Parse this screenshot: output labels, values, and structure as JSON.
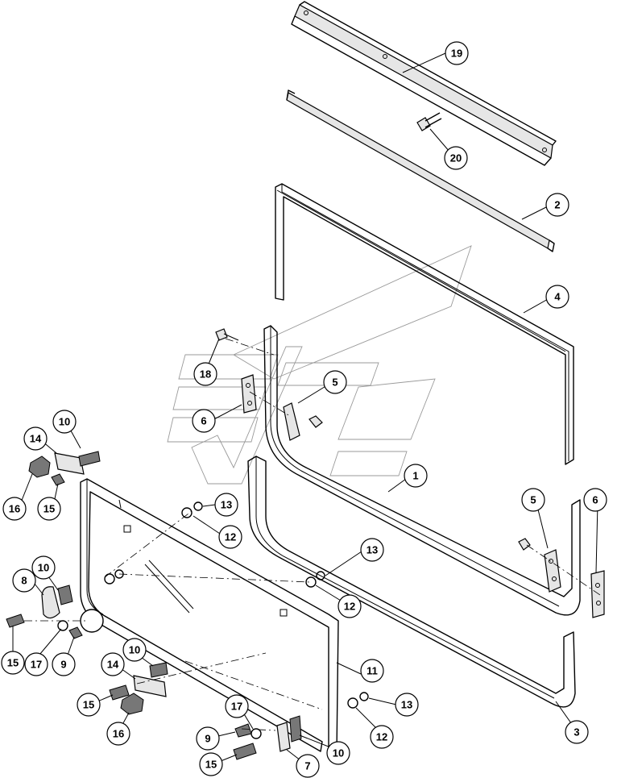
{
  "callouts": [
    {
      "id": "19",
      "label": "19"
    },
    {
      "id": "20",
      "label": "20"
    },
    {
      "id": "2",
      "label": "2"
    },
    {
      "id": "4",
      "label": "4"
    },
    {
      "id": "18",
      "label": "18"
    },
    {
      "id": "5a",
      "label": "5"
    },
    {
      "id": "6a",
      "label": "6"
    },
    {
      "id": "1",
      "label": "1"
    },
    {
      "id": "5b",
      "label": "5"
    },
    {
      "id": "6b",
      "label": "6"
    },
    {
      "id": "10a",
      "label": "10"
    },
    {
      "id": "14a",
      "label": "14"
    },
    {
      "id": "16a",
      "label": "16"
    },
    {
      "id": "15a",
      "label": "15"
    },
    {
      "id": "13a",
      "label": "13"
    },
    {
      "id": "12a",
      "label": "12"
    },
    {
      "id": "13b",
      "label": "13"
    },
    {
      "id": "12b",
      "label": "12"
    },
    {
      "id": "10b",
      "label": "10"
    },
    {
      "id": "8",
      "label": "8"
    },
    {
      "id": "15b",
      "label": "15"
    },
    {
      "id": "17a",
      "label": "17"
    },
    {
      "id": "9a",
      "label": "9"
    },
    {
      "id": "10c",
      "label": "10"
    },
    {
      "id": "14b",
      "label": "14"
    },
    {
      "id": "11",
      "label": "11"
    },
    {
      "id": "15c",
      "label": "15"
    },
    {
      "id": "16b",
      "label": "16"
    },
    {
      "id": "13c",
      "label": "13"
    },
    {
      "id": "12c",
      "label": "12"
    },
    {
      "id": "3",
      "label": "3"
    },
    {
      "id": "17b",
      "label": "17"
    },
    {
      "id": "9b",
      "label": "9"
    },
    {
      "id": "15d",
      "label": "15"
    },
    {
      "id": "7",
      "label": "7"
    },
    {
      "id": "10d",
      "label": "10"
    }
  ]
}
